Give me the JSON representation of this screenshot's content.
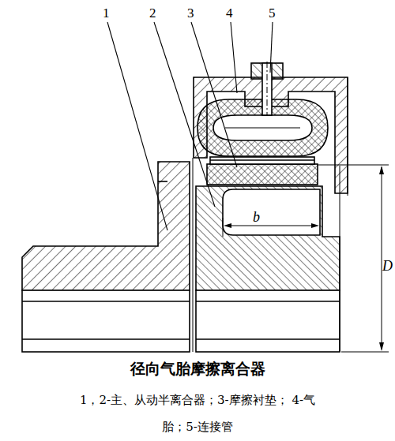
{
  "diagram": {
    "title": "径向气胎摩擦离合器",
    "caption": "1，2-主、从动半离合器；3-摩擦衬垫； 4-气胎；5-连接管",
    "labels": [
      "1",
      "2",
      "3",
      "4",
      "5",
      "b",
      "D"
    ]
  }
}
